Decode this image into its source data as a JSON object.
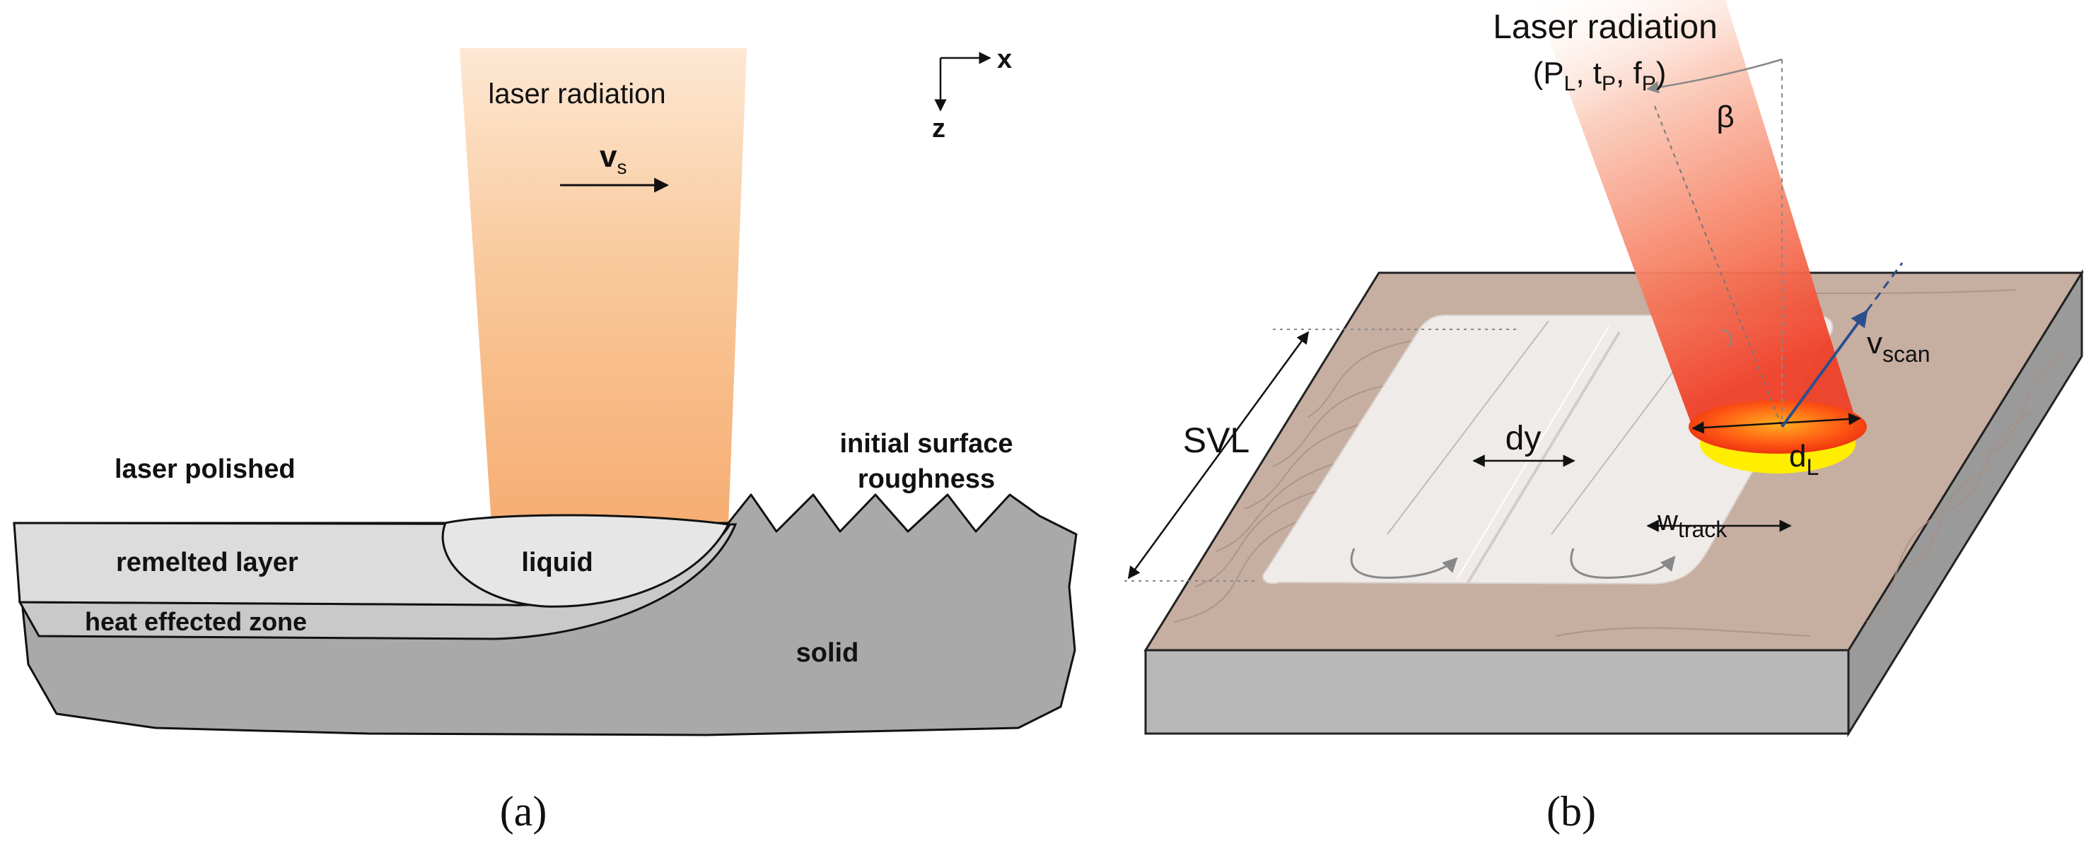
{
  "panel_a": {
    "caption": "(a)",
    "beam_label": "laser radiation",
    "velocity_label": "v",
    "velocity_sub": "s",
    "axis_x": "x",
    "axis_z": "z",
    "polished_label": "laser polished",
    "initial_label_line1": "initial surface",
    "initial_label_line2": "roughness",
    "remelted_label": "remelted layer",
    "liquid_label": "liquid",
    "haz_label": "heat effected zone",
    "solid_label": "solid"
  },
  "panel_b": {
    "caption": "(b)",
    "title": "Laser radiation",
    "params_open": "(P",
    "params_p_sub": "L",
    "params_mid1": ", t",
    "params_t_sub": "P",
    "params_mid2": ", f",
    "params_f_sub": "P",
    "params_close": ")",
    "angle_label": "β",
    "vscan_main": "v",
    "vscan_sub": "scan",
    "spot_main": "d",
    "spot_sub": "L",
    "svl_label": "SVL",
    "dy_label": "dy",
    "wtrack_main": "w",
    "wtrack_sub": "track"
  },
  "colors": {
    "solid_gray": "#a9a9a9",
    "remelted_gray": "#dcdcdc",
    "haz_gray": "#c8c8c8",
    "beam_orange": "#f7b47e",
    "beam_red": "#f04d30",
    "surface_tan": "#c6aea1",
    "spot_yellow": "#ffee00"
  }
}
